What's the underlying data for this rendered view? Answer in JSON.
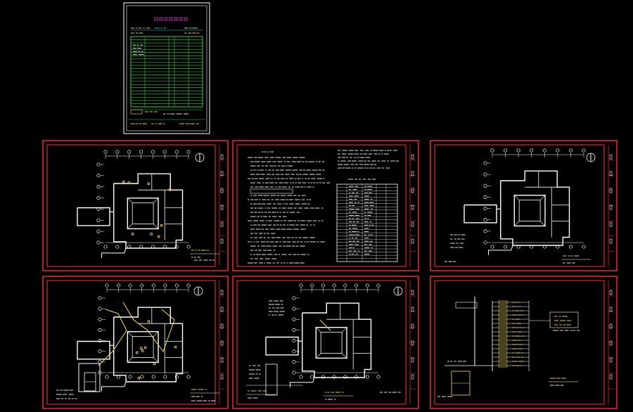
{
  "canvas": {
    "background": "#000000"
  },
  "colors": {
    "frame_red": "#e0252b",
    "line_white": "#ffffff",
    "table_green": "#2fd23a",
    "title_magenta": "#e03ad8",
    "cyan": "#38c8e8",
    "yellow": "#ffe23a"
  },
  "cover_sheet": {
    "title": "",
    "rows": 22,
    "columns": 4
  },
  "sheets": [
    {
      "id": "plan-lighting",
      "label": ""
    },
    {
      "id": "design-notes",
      "label": ""
    },
    {
      "id": "plan-power",
      "label": ""
    },
    {
      "id": "plan-weak-current",
      "label": ""
    },
    {
      "id": "plan-lightning",
      "label": ""
    },
    {
      "id": "system-diagram",
      "label": ""
    }
  ]
}
